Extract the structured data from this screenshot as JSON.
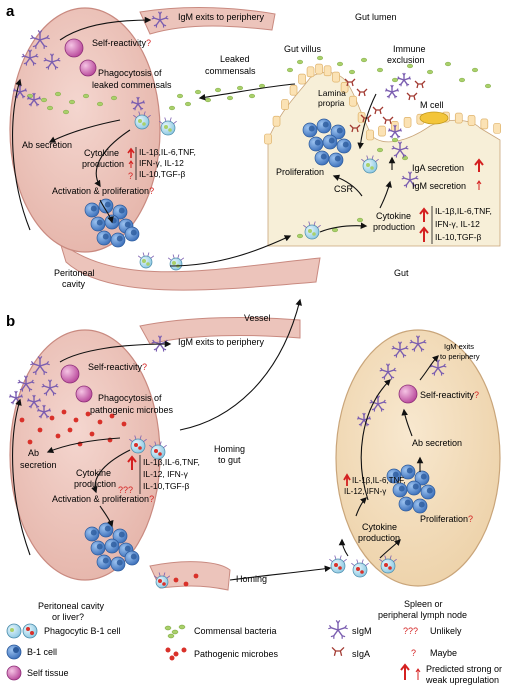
{
  "panel_a": {
    "label": "a",
    "self_reactivity": "Self-reactivity",
    "q": "?",
    "igm_exits": "IgM exits to periphery",
    "phago_line1": "Phagocytosis of",
    "phago_line2": "leaked commensals",
    "leaked_line1": "Leaked",
    "leaked_line2": "commensals",
    "gut_lumen": "Gut lumen",
    "gut_villus": "Gut villus",
    "immune_line1": "Immune",
    "immune_line2": "exclusion",
    "m_cell": "M cell",
    "ab_secretion": "Ab secretion",
    "cytokine_line1": "Cytokine",
    "cytokine_line2": "production",
    "cyto_list": [
      "IL-1β,IL-6,TNF,",
      "IFN-γ, IL-12",
      "IL-10,TGF-β"
    ],
    "activation": "Activation & proliferation",
    "lamina_line1": "Lamina",
    "lamina_line2": "propria",
    "proliferation": "Proliferation",
    "csr": "CSR",
    "iga_secretion": "IgA secretion",
    "igm_secretion": "IgM secretion",
    "gut_cyto_list": [
      "IL-1β,IL-6,TNF,",
      "IFN-γ, IL-12",
      "IL-10,TGF-β"
    ],
    "peritoneal_line1": "Peritoneal",
    "peritoneal_line2": "cavity",
    "gut": "Gut"
  },
  "panel_b": {
    "label": "b",
    "vessel": "Vessel",
    "igm_exits": "IgM exits to periphery",
    "self_reactivity": "Self-reactivity",
    "q": "?",
    "phago_line1": "Phagocytosis of",
    "phago_line2": "pathogenic microbes",
    "ab_line1": "Ab",
    "ab_line2": "secretion",
    "cytokine_line1": "Cytokine",
    "cytokine_line2": "production",
    "unlikely_marks": "???",
    "cyto_list": [
      "IL-1β,IL-6,TNF,",
      "IL-12, IFN-γ",
      "IL-10,TGF-β"
    ],
    "activation": "Activation & proliferation",
    "homing_line1": "Homing",
    "homing_line2": "to gut",
    "homing": "Homing",
    "peritoneal_line1": "Peritoneal cavity",
    "peritoneal_line2": "or liver?",
    "spleen_igm_line1": "IgM exits",
    "spleen_igm_line2": "to periphery",
    "spleen_self": "Self-reactivity",
    "spleen_ab": "Ab secretion",
    "spleen_cyto_line1": "IL-1β,IL-6,TNF,",
    "spleen_cyto_line2": "IL-12, IFN-γ",
    "spleen_cytokine_line1": "Cytokine",
    "spleen_cytokine_line2": "production",
    "spleen_prolif": "Proliferation",
    "spleen_line1": "Spleen or",
    "spleen_line2": "peripheral lymph node"
  },
  "legend": {
    "phagocytic": "Phagocytic B-1 cell",
    "b1": "B-1 cell",
    "self_tissue": "Self tissue",
    "commensal": "Commensal bacteria",
    "pathogenic": "Pathogenic microbes",
    "sigm": "sIgM",
    "siga": "sIgA",
    "unlikely_symbol": "???",
    "unlikely": "Unlikely",
    "maybe_symbol": "?",
    "maybe": "Maybe",
    "predicted_line1": "Predicted strong or",
    "predicted_line2": "weak upregulation"
  },
  "colors": {
    "cavity_fill": "#ecc4bb",
    "cavity_stroke": "#c98a80",
    "spleen_fill": "#f3dcbd",
    "spleen_stroke": "#c9a57a",
    "b_cell": "#4f86cc",
    "b_cell_dark": "#2b5a9c",
    "phago_cell": "#9fd1e8",
    "commensal": "#a9d06a",
    "pathogen": "#d9312a",
    "self_tissue": "#d86fb4",
    "igm": "#7a5db0",
    "iga": "#a23a32",
    "red_mark": "#d42020",
    "epithelium": "#fbe2b4",
    "epithelium_stroke": "#d9a85a",
    "m_cell": "#f3c53a"
  }
}
